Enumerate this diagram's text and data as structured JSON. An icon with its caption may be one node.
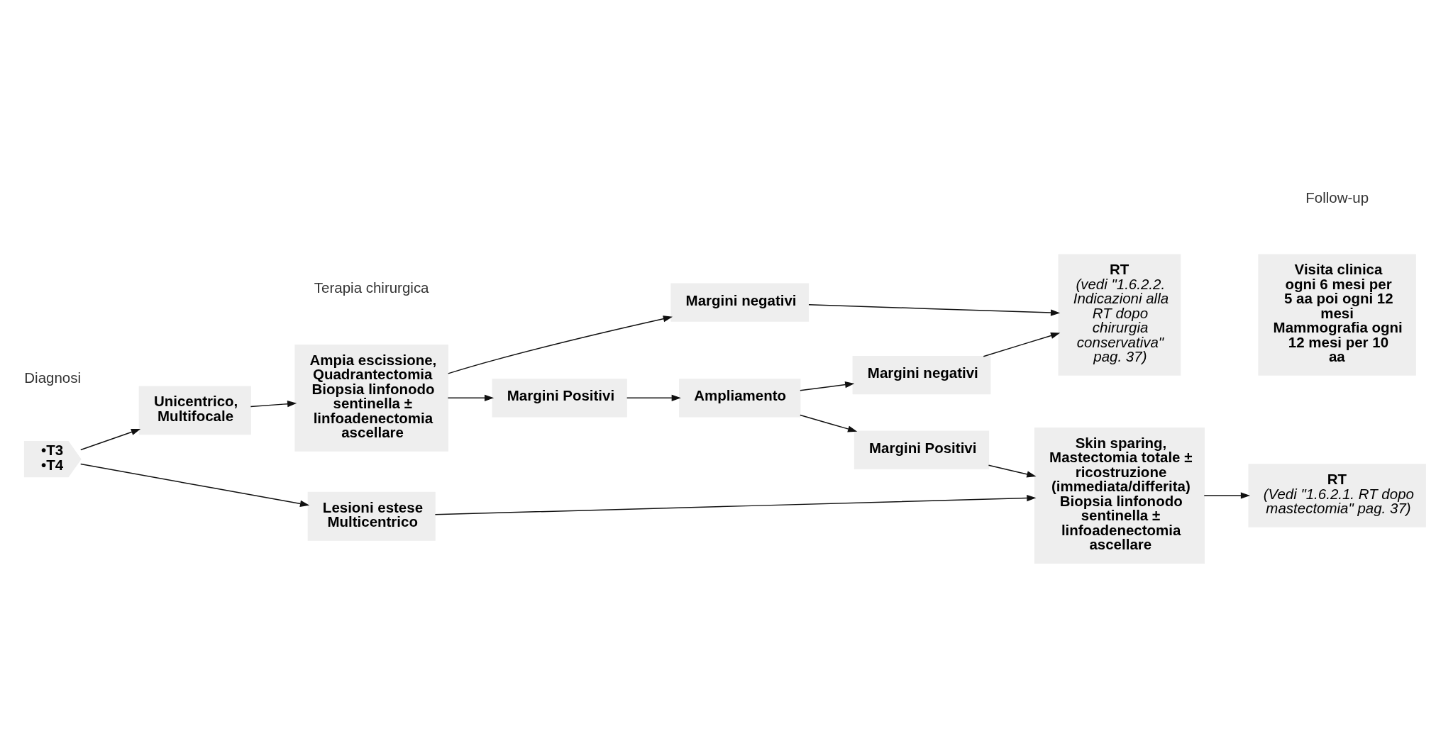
{
  "diagram": {
    "nodes": [
      {
        "text": [
          "•T3",
          "•T4"
        ]
      },
      {
        "text": [
          "Unicentrico, Multifocale"
        ]
      },
      {
        "text": [
          "Lesioni estese Multicentrico"
        ]
      },
      {
        "text": [
          "Ampia escissione, Quadrantectomia Biopsia linfonodo sentinella ± linfoadenectomia ascellare"
        ]
      },
      {
        "text": [
          "Margini negativi"
        ]
      },
      {
        "text": [
          "Margini Positivi"
        ]
      },
      {
        "text": [
          "Ampliamento"
        ]
      },
      {
        "text": [
          "Margini negativi"
        ]
      },
      {
        "text": [
          "Margini Positivi"
        ]
      },
      {
        "text": [
          "RT",
          "(vedi \"1.6.2.2. Indicazioni alla RT dopo chirurgia conservativa\" pag. 37)"
        ]
      },
      {
        "text": [
          "Skin sparing, Mastectomia totale ± ricostruzione (immediata/differita)",
          "Biopsia linfonodo sentinella ± linfoadenectomia ascellare"
        ]
      },
      {
        "text": [
          "RT",
          "(Vedi \"1.6.2.1. RT dopo mastectomia\" pag. 37)"
        ]
      },
      {
        "text": [
          "Visita clinica ogni 6 mesi per 5 aa poi ogni 12 mesi",
          "Mammografia ogni 12 mesi per 10 aa"
        ]
      }
    ],
    "edges": [
      {
        "from": 0,
        "to": 1,
        "arrow": "to"
      },
      {
        "from": 0,
        "to": 2,
        "arrow": "to"
      },
      {
        "from": 1,
        "to": 3,
        "arrow": "to"
      },
      {
        "from": 2,
        "to": 10,
        "arrow": "to"
      },
      {
        "from": 3,
        "to": 4,
        "arrow": "to"
      },
      {
        "from": 3,
        "to": 5,
        "arrow": "to"
      },
      {
        "from": 4,
        "to": 9,
        "arrow": "to"
      },
      {
        "from": 5,
        "to": 6,
        "arrow": "to"
      },
      {
        "from": 6,
        "to": 7,
        "arrow": "to"
      },
      {
        "from": 6,
        "to": 8,
        "arrow": "to"
      },
      {
        "from": 7,
        "to": 9,
        "arrow": "to"
      },
      {
        "from": 8,
        "to": 10,
        "arrow": "to"
      },
      {
        "from": 10,
        "to": 11,
        "arrow": "to"
      }
    ],
    "labels": [
      "Diagnosi",
      "Terapia chirurgica",
      "Follow-up"
    ]
  }
}
